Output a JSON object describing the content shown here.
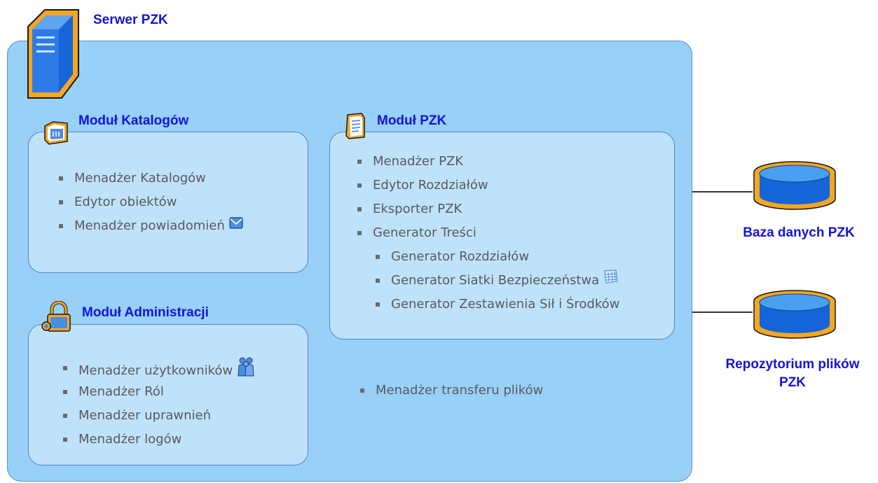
{
  "server": {
    "title": "Serwer PZK",
    "icon": "server-icon"
  },
  "modules": {
    "katalogow": {
      "title": "Moduł Katalogów",
      "icon": "folder-icon",
      "items": [
        "Menadżer Katalogów",
        "Edytor obiektów",
        "Menadżer powiadomień"
      ],
      "item_icons": {
        "2": "envelope-icon"
      }
    },
    "pzk": {
      "title": "Moduł PZK",
      "icon": "document-icon",
      "items": [
        "Menadżer PZK",
        "Edytor Rozdziałów",
        "Eksporter PZK",
        "Generator Treści"
      ],
      "subitems": [
        "Generator Rozdziałów",
        "Generator Siatki Bezpieczeństwa",
        "Generator Zestawienia Sił i Środków"
      ],
      "subitem_icons": {
        "1": "grid-icon"
      }
    },
    "administracji": {
      "title": "Moduł Administracji",
      "icon": "lock-icon",
      "items": [
        "Menadżer użytkowników",
        "Menadżer Ról",
        "Menadżer uprawnień",
        "Menadżer logów"
      ],
      "item_icons": {
        "0": "users-icon"
      }
    }
  },
  "standalone_item": "Menadżer transferu plików",
  "external": {
    "database": {
      "label": "Baza danych PZK",
      "icon": "database-icon"
    },
    "repository": {
      "label": "Repozytorium plików PZK",
      "icon": "database-icon"
    }
  },
  "colors": {
    "title": "#1414d8",
    "server_area": "#98d0f8",
    "module_box": "#bfe2fb",
    "icon_orange": "#f5a623",
    "icon_blue": "#1565d8"
  }
}
